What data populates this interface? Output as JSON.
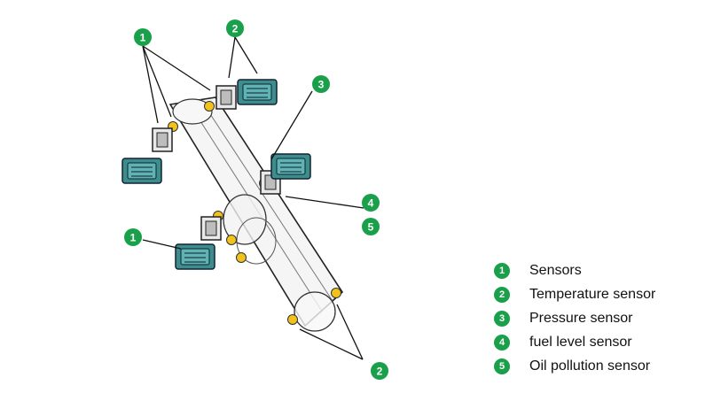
{
  "colors": {
    "badge": "#1aa04a",
    "badge_text": "#ffffff",
    "connector": "#111111",
    "sensor_body": "#3c8d8c",
    "roller": "#f1c21b"
  },
  "callouts": {
    "c1_top": "1",
    "c2_top": "2",
    "c3": "3",
    "c4": "4",
    "c5": "5",
    "c1_left": "1",
    "c2_bottom": "2"
  },
  "legend": [
    {
      "num": "1",
      "label": "Sensors"
    },
    {
      "num": "2",
      "label": "Temperature sensor"
    },
    {
      "num": "3",
      "label": "Pressure sensor"
    },
    {
      "num": "4",
      "label": "fuel level sensor"
    },
    {
      "num": "5",
      "label": "Oil pollution sensor"
    }
  ]
}
